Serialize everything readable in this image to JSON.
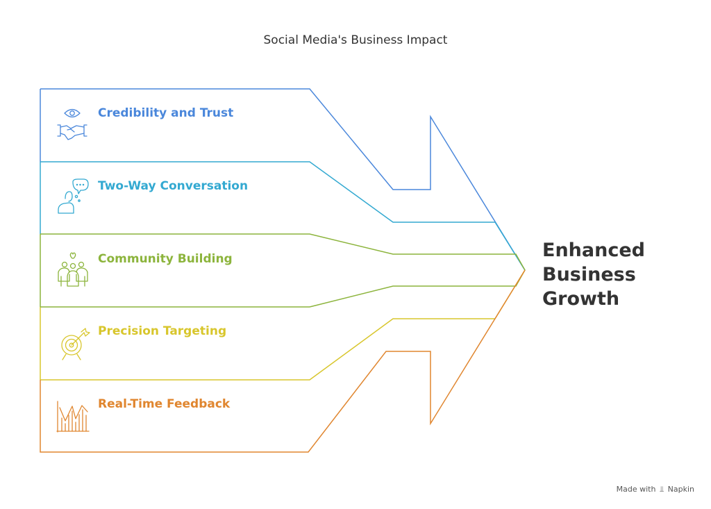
{
  "title": "Social Media's Business Impact",
  "bands": [
    {
      "label": "Credibility and Trust",
      "color": "#4a87db",
      "icon": "eye-handshake-icon"
    },
    {
      "label": "Two-Way Conversation",
      "color": "#33a9d1",
      "icon": "person-speech-bubble-icon"
    },
    {
      "label": "Community Building",
      "color": "#8cb43c",
      "icon": "group-heart-icon"
    },
    {
      "label": "Precision Targeting",
      "color": "#d8c62c",
      "icon": "target-arrow-icon"
    },
    {
      "label": "Real-Time Feedback",
      "color": "#e0862f",
      "icon": "rising-chart-icon"
    }
  ],
  "result": {
    "lines": [
      "Enhanced",
      "Business",
      "Growth"
    ]
  },
  "credit": {
    "prefix": "Made with",
    "brand": "Napkin"
  }
}
